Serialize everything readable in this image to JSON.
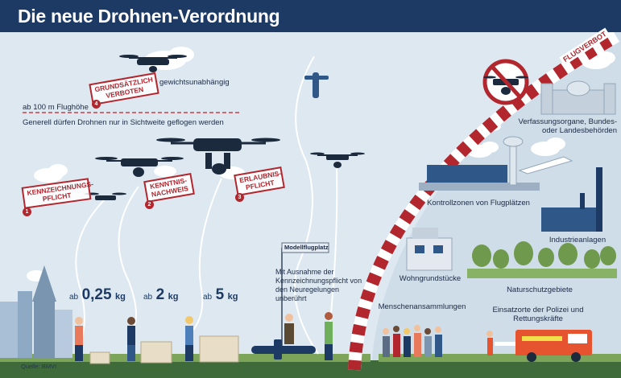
{
  "header": {
    "title": "Die neue Drohnen-Verordnung"
  },
  "rules": {
    "altitude": "ab 100 m Flughöhe",
    "line_of_sight": "Generell dürfen Drohnen nur in Sichtweite geflogen werden"
  },
  "stamps": [
    {
      "number": "4",
      "text": "GRUNDSÄTZLICH VERBOTEN",
      "note": "gewichtsunabhängig"
    },
    {
      "number": "1",
      "text": "KENNZEICHNUNGS-PFLICHT"
    },
    {
      "number": "2",
      "text": "KENNTNIS-NACHWEIS"
    },
    {
      "number": "3",
      "text": "ERLAUBNIS-PFLICHT"
    }
  ],
  "weights": [
    {
      "prefix": "ab",
      "value": "0,25",
      "unit": "kg"
    },
    {
      "prefix": "ab",
      "value": "2",
      "unit": "kg"
    },
    {
      "prefix": "ab",
      "value": "5",
      "unit": "kg"
    }
  ],
  "model_airfield": {
    "sign": "Modellflugplatz",
    "note": "Mit Ausnahme der Kennzeichnungspflicht von den Neuregelungen unberührt"
  },
  "no_fly": {
    "banner": "FLUGVERBOT",
    "zones": [
      "Verfassungsorgane, Bundes- oder Landesbehörden",
      "Kontrollzonen von Flugplätzen",
      "Industrieanlagen",
      "Wohngrundstücke",
      "Naturschutzgebiete",
      "Menschenansammlungen",
      "Einsatzorte der Polizei und Rettungskräfte"
    ]
  },
  "footer": {
    "source": "Quelle: BMVI"
  },
  "colors": {
    "navy": "#1c3a64",
    "red": "#b2262e",
    "sky": "#eaf1f7",
    "green": "#6f9a4e"
  }
}
